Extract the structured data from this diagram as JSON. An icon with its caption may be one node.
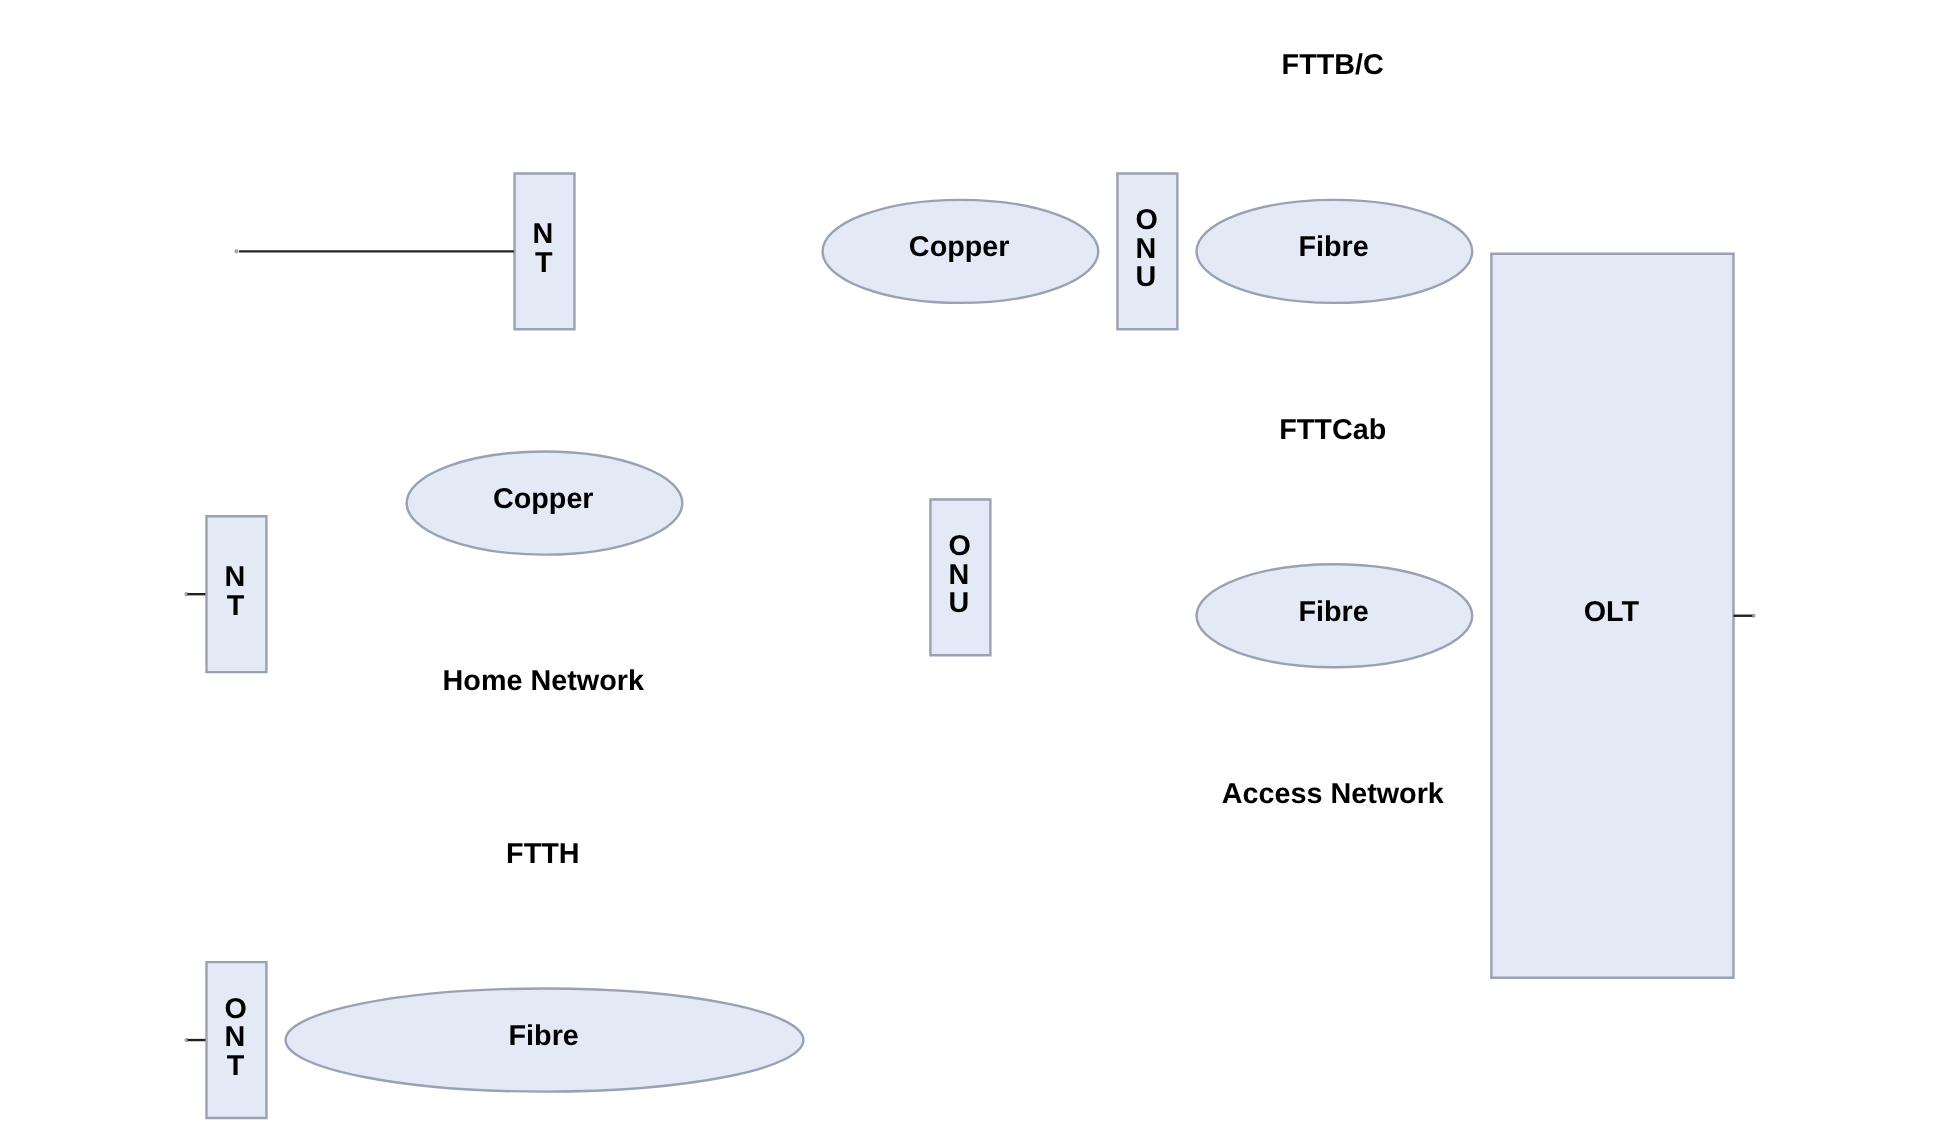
{
  "diagram": {
    "nodes": [
      {
        "text": [
          "ONT"
        ]
      },
      {
        "text": [
          "Fibre"
        ]
      },
      {
        "text": [
          "OLT"
        ]
      },
      {
        "text": [
          "NT"
        ]
      },
      {
        "text": [
          "Copper"
        ]
      },
      {
        "text": [
          "ONU"
        ]
      },
      {
        "text": [
          "Fibre"
        ]
      },
      {
        "text": [
          "NT"
        ]
      },
      {
        "text": [
          "Copper"
        ]
      },
      {
        "text": [
          "ONU"
        ]
      },
      {
        "text": [
          "Fibre"
        ]
      }
    ],
    "edges": [
      {
        "from": null,
        "to": 0,
        "arrow": "none"
      },
      {
        "from": null,
        "to": 3,
        "arrow": "none"
      },
      {
        "from": null,
        "to": 7,
        "arrow": "none"
      },
      {
        "from": 2,
        "to": null,
        "arrow": "none"
      }
    ],
    "labels": [
      "FTTH",
      "FTTB/C",
      "FTTCab",
      "Home Network",
      "Access Network"
    ]
  }
}
